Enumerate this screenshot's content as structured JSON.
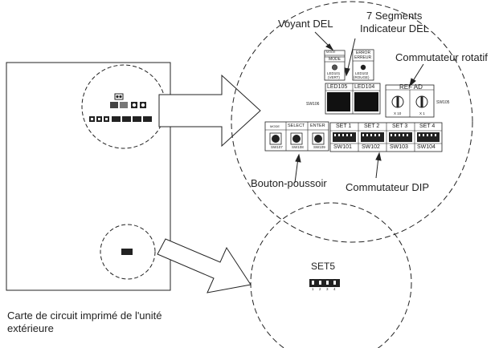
{
  "labels": {
    "voyant": "Voyant DEL",
    "seven_seg_line1": "7 Segments",
    "seven_seg_line2": "Indicateur DEL",
    "rotatif": "Commutateur rotatif",
    "bouton": "Bouton-poussoir",
    "dip": "Commutateur DIP",
    "caption_line1": "Carte de circuit imprimé de l'unité",
    "caption_line2": "extérieure"
  },
  "panel": {
    "mode_top": "MODE",
    "mode_label": "MODE",
    "led101_line1": "LED101",
    "led101_line2": "(VERT)",
    "error_line1": "ERROR",
    "error_line2": "ERREUR",
    "led102_line1": "LED102",
    "led102_line2": "(ROUGE)",
    "led105": "LED105",
    "led104": "LED104",
    "sw106": "SW106",
    "ref_ad": "REF AD",
    "x10": "X 10",
    "x1": "X 1",
    "sw105": "SW105",
    "btn1_label": "MODE",
    "btn2_label": "SELECT",
    "btn3_label": "ENTER",
    "sw107": "SW107",
    "sw108": "SW108",
    "sw109": "SW109",
    "set1": "SET 1",
    "set2": "SET 2",
    "set3": "SET 3",
    "set4": "SET 4",
    "sw101": "SW101",
    "sw102": "SW102",
    "sw103": "SW103",
    "sw104": "SW104"
  },
  "set5": {
    "title": "SET5",
    "numbers": [
      "1",
      "2",
      "3",
      "4"
    ]
  }
}
